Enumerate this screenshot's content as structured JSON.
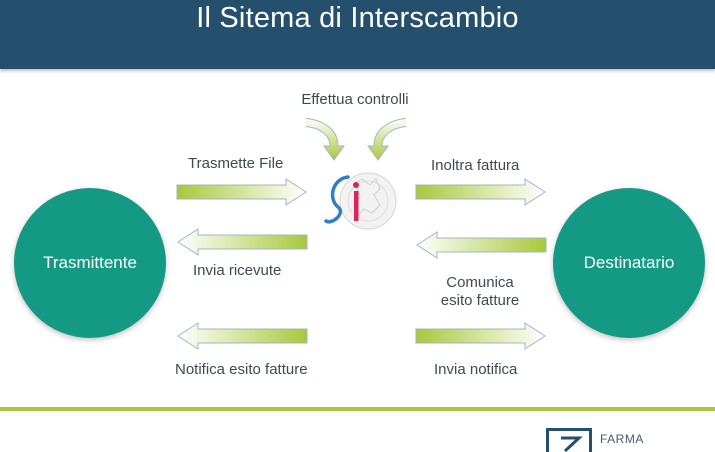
{
  "header": {
    "title": "Il Sitema di Interscambio"
  },
  "labels": {
    "effettua_controlli": "Effettua controlli",
    "trasmette_file": "Trasmette File",
    "inoltra_fattura": "Inoltra fattura",
    "invia_ricevute": "Invia ricevute",
    "comunica_esito_line1": "Comunica",
    "comunica_esito_line2": "esito fatture",
    "notifica_esito_fatture": "Notifica esito fatture",
    "invia_notifica": "Invia notifica"
  },
  "nodes": {
    "trasmittente": "Trasmittente",
    "destinatario": "Destinatario"
  },
  "logo": {
    "text": "FARMA"
  },
  "colors": {
    "header": "#24506d",
    "node": "#149a84",
    "accent_band": "#a8c83a",
    "arrow_green": "#a8c83a"
  }
}
